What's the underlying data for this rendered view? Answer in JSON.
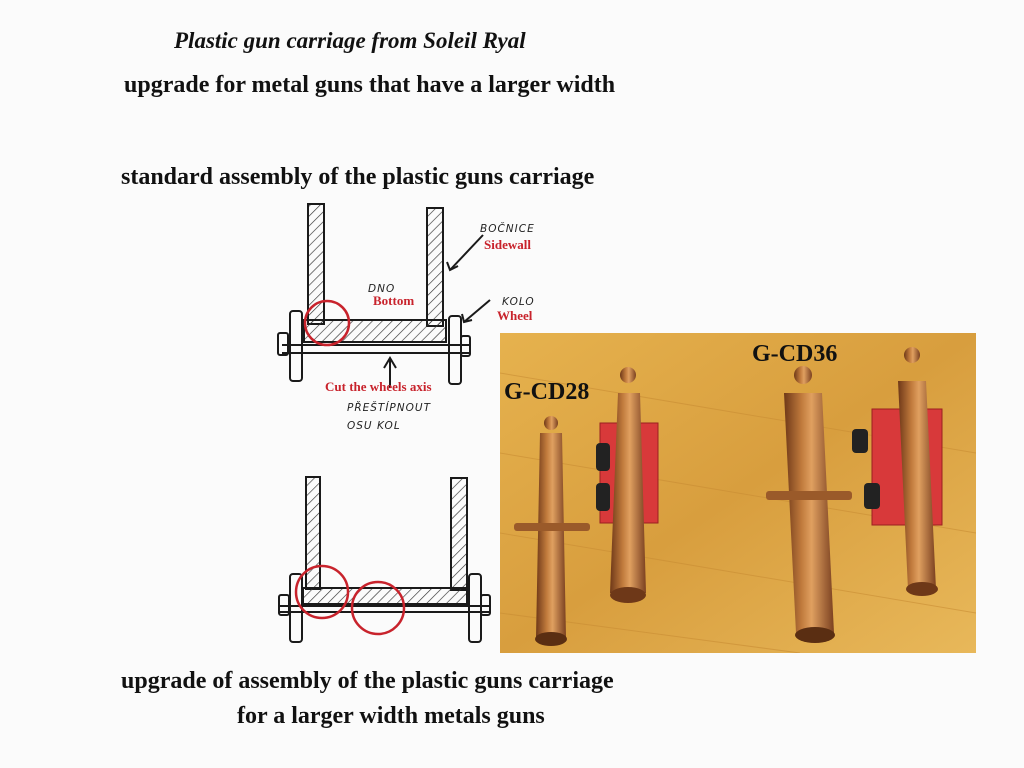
{
  "header": {
    "title": "Plastic gun carriage from Soleil Ryal",
    "subtitle": "upgrade for metal guns that have a larger width",
    "standard_caption": "standard assembly of the plastic guns carriage"
  },
  "footer": {
    "line1": "upgrade of assembly of the plastic guns carriage",
    "line2": "for a larger width metals guns"
  },
  "diagram_top": {
    "labels": {
      "sidewall_cz": "BOČNICE",
      "sidewall_en": "Sidewall",
      "bottom_cz": "DNO",
      "bottom_en": "Bottom",
      "wheel_cz": "KOLO",
      "wheel_en": "Wheel",
      "cut_en": "Cut the wheels axis",
      "cut_cz_1": "PŘEŠTÍPNOUT",
      "cut_cz_2": "OSU KOL"
    }
  },
  "photo": {
    "label_small_gun": "G-CD28",
    "label_large_gun": "G-CD36"
  },
  "colors": {
    "annotation_red": "#c8232c",
    "photo_background": "#e0aa48",
    "bronze": "#a8602c",
    "carriage_red": "#d8393a"
  }
}
